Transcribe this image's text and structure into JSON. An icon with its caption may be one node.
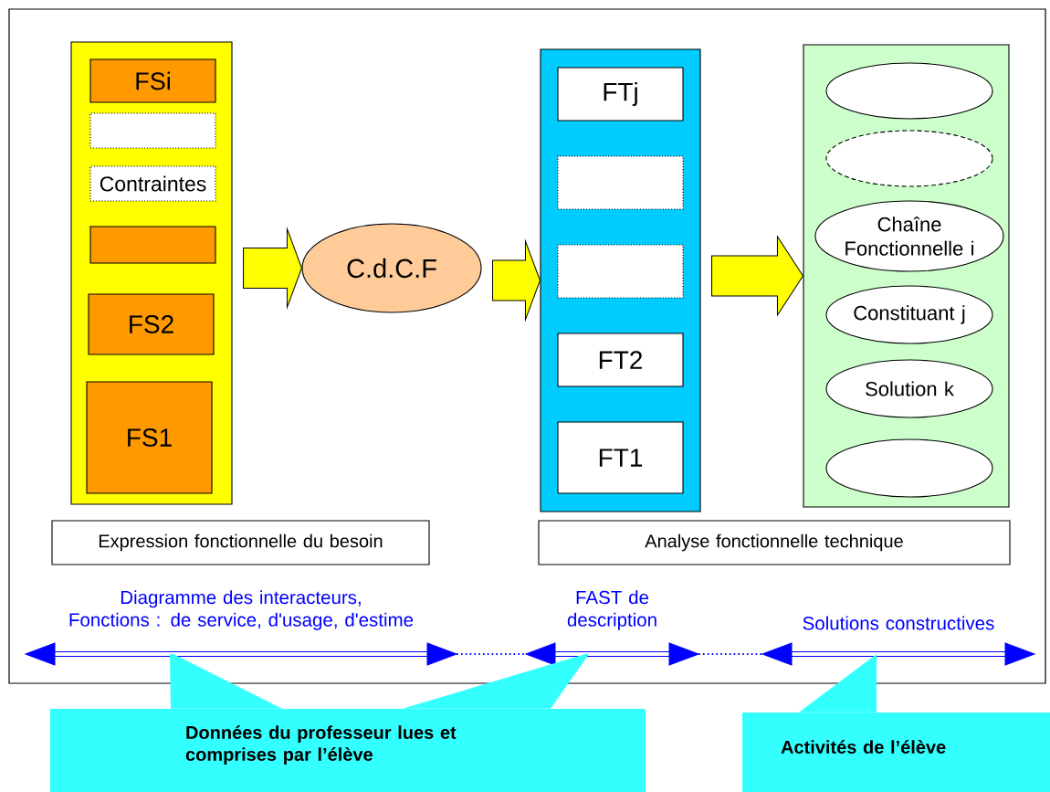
{
  "diagram": {
    "nodes": [
      {
        "text": [],
        "shape": "box"
      },
      {
        "text": [
          "FSi"
        ],
        "in": 0
      },
      {
        "text": [],
        "shape": "box",
        "in": 0
      },
      {
        "text": [
          "Contraintes"
        ],
        "in": 0
      },
      {
        "text": [],
        "shape": "box",
        "in": 0
      },
      {
        "text": [
          "FS2"
        ],
        "in": 0
      },
      {
        "text": [
          "FS1"
        ],
        "in": 0
      },
      {
        "text": [
          "C.d.C.F"
        ]
      },
      {
        "text": [],
        "shape": "box"
      },
      {
        "text": [
          "FTj"
        ],
        "in": 8
      },
      {
        "text": [],
        "shape": "box",
        "in": 8
      },
      {
        "text": [],
        "shape": "box",
        "in": 8
      },
      {
        "text": [
          "FT2"
        ],
        "in": 8
      },
      {
        "text": [
          "FT1"
        ],
        "in": 8
      },
      {
        "text": [],
        "shape": "box"
      },
      {
        "text": [],
        "shape": "circle",
        "in": 14
      },
      {
        "text": [],
        "shape": "circle",
        "in": 14
      },
      {
        "text": [
          "Chaîne Fonctionnelle i"
        ],
        "in": 14
      },
      {
        "text": [
          "Constituant j"
        ],
        "in": 14
      },
      {
        "text": [
          "Solution k"
        ],
        "in": 14
      },
      {
        "text": [],
        "shape": "circle",
        "in": 14
      },
      {
        "text": [
          "Expression fonctionnelle du besoin"
        ]
      },
      {
        "text": [
          "Analyse fonctionnelle technique"
        ]
      },
      {
        "text": [
          "Diagramme des interacteurs,",
          "Fonctions : de service, d'usage, d'estime"
        ]
      },
      {
        "text": [
          "FAST de description"
        ]
      },
      {
        "text": [
          "Solutions constructives"
        ]
      },
      {
        "text": [
          "Données du professeur lues et comprises par l’élève"
        ]
      },
      {
        "text": [
          "Activités de l’élève"
        ]
      }
    ],
    "edges": [
      {
        "from": 0,
        "to": 7,
        "arrow": "to",
        "color": "#ffff00"
      },
      {
        "from": 7,
        "to": 8,
        "arrow": "to",
        "color": "#ffff00"
      },
      {
        "from": 8,
        "to": 14,
        "arrow": "to",
        "color": "#ffff00"
      },
      {
        "from": 23,
        "to": 24,
        "arrow": "none",
        "style": "dashed",
        "color": "#0000ff"
      },
      {
        "from": 24,
        "to": 25,
        "arrow": "none",
        "style": "dashed",
        "color": "#0000ff"
      },
      {
        "from": 26,
        "to": 23,
        "arrow": "none",
        "color": "#33ffff"
      },
      {
        "from": 26,
        "to": 24,
        "arrow": "none",
        "color": "#33ffff"
      },
      {
        "from": 27,
        "to": 25,
        "arrow": "to",
        "color": "#33ffff"
      }
    ]
  }
}
